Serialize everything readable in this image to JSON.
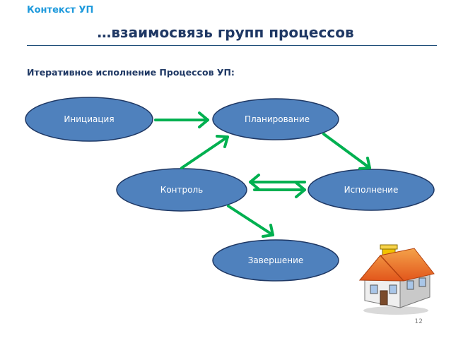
{
  "header": {
    "context": "Контекст УП",
    "title": "…взаимосвязь групп процессов"
  },
  "subtitle": "Итеративное исполнение Процессов УП:",
  "nodes": {
    "initiation": "Инициация",
    "planning": "Планирование",
    "control": "Контроль",
    "execution": "Исполнение",
    "closing": "Завершение"
  },
  "colors": {
    "node_fill": "#4F81BD",
    "node_stroke": "#1F3864",
    "arrow": "#00B050",
    "title": "#1F3864",
    "context": "#1F9ADC"
  },
  "page_number": "12"
}
